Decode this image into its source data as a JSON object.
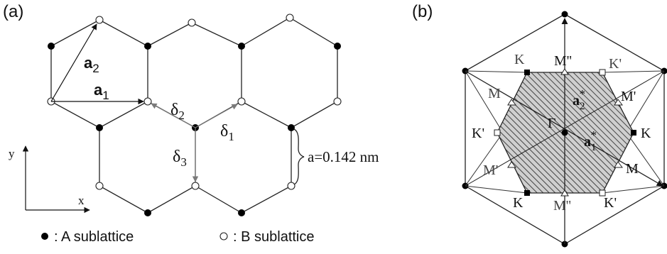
{
  "panel_a": {
    "label": "(a)",
    "vec_a2": "a",
    "vec_a2_sub": "2",
    "vec_a1": "a",
    "vec_a1_sub": "1",
    "delta1": "δ",
    "delta1_sub": "1",
    "delta2": "δ",
    "delta2_sub": "2",
    "delta3": "δ",
    "delta3_sub": "3",
    "bond_length": "a=0.142 nm",
    "axis_y": "y",
    "axis_x": "x",
    "legend_a": ": A sublattice",
    "legend_b": ": B sublattice"
  },
  "panel_b": {
    "label": "(b)",
    "K": "K",
    "Kp": "K'",
    "M": "M",
    "Mp": "M'",
    "Mpp": "M''",
    "gamma": "Γ",
    "b2": "a",
    "b2_sub": "2",
    "b1": "a",
    "b1_sub": "1",
    "star": "*"
  },
  "colors": {
    "ink": "#111111",
    "hatch": "#555555",
    "gray_vector": "#7a7a7a"
  }
}
